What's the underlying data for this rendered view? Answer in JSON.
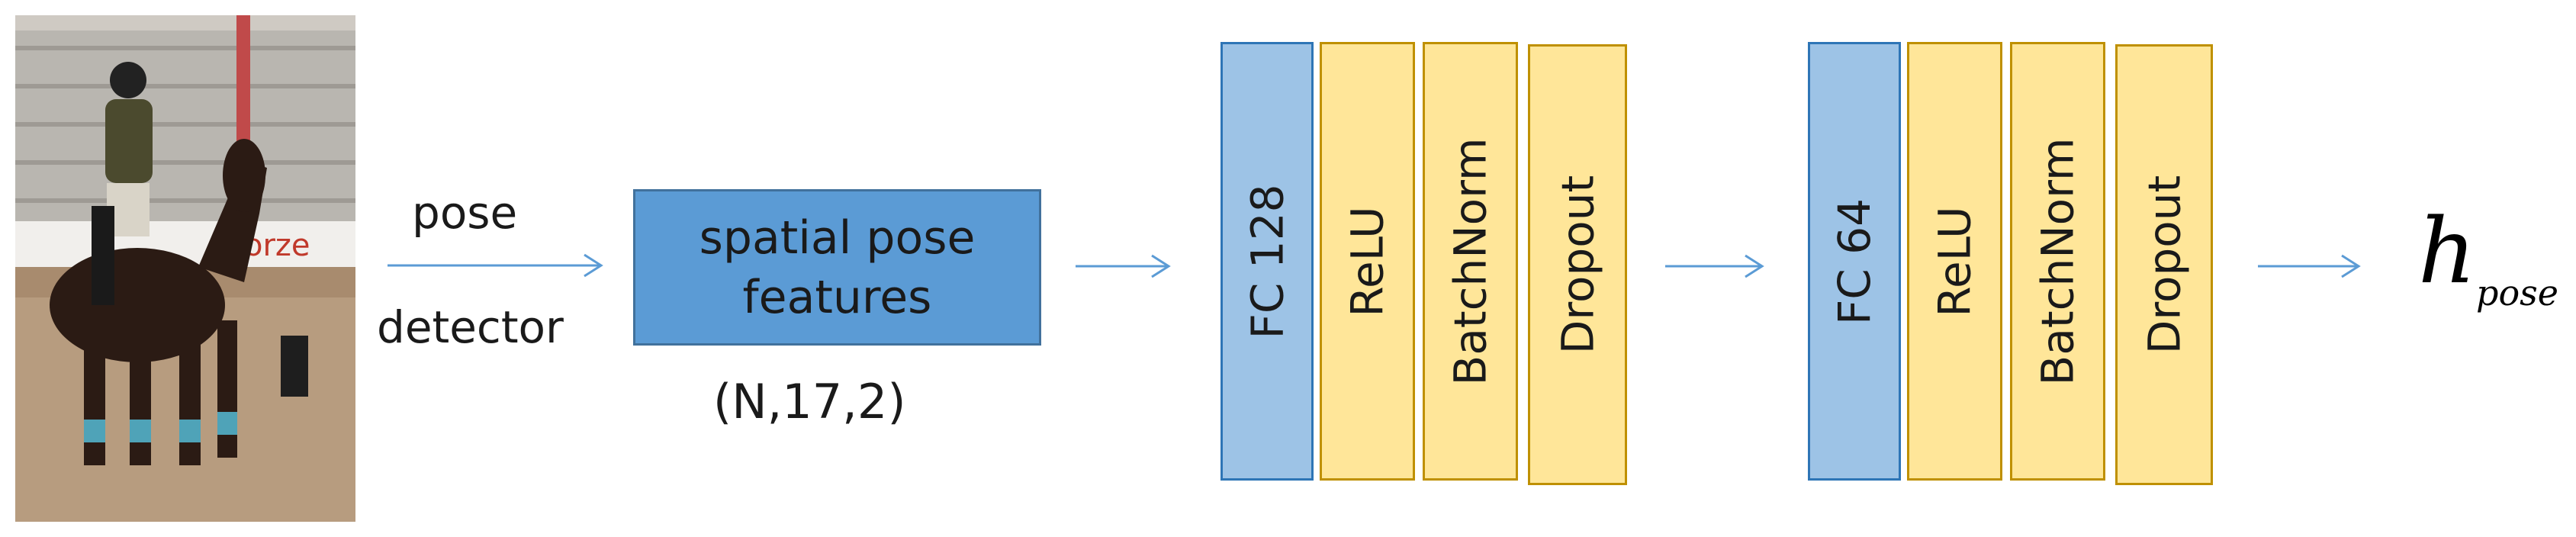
{
  "input_photo": {
    "description_icon": "horse-rider-photo-icon",
    "banner_text": "orze"
  },
  "detector": {
    "line1": "pose",
    "line2": "detector"
  },
  "features_box": {
    "line1": "spatial pose",
    "line2": "features",
    "shape": "(N,17,2)"
  },
  "block1": {
    "fc": "FC 128",
    "relu": "ReLU",
    "batchnorm": "BatchNorm",
    "dropout": "Dropout"
  },
  "block2": {
    "fc": "FC 64",
    "relu": "ReLU",
    "batchnorm": "BatchNorm",
    "dropout": "Dropout"
  },
  "output": {
    "symbol": "h",
    "subscript": "pose"
  },
  "colors": {
    "fc_fill": "#9dc3e6",
    "fc_border": "#2e75b6",
    "layer_fill": "#ffe699",
    "layer_border": "#bf9000",
    "features_fill": "#5b9bd5",
    "arrow": "#5b9bd5"
  }
}
